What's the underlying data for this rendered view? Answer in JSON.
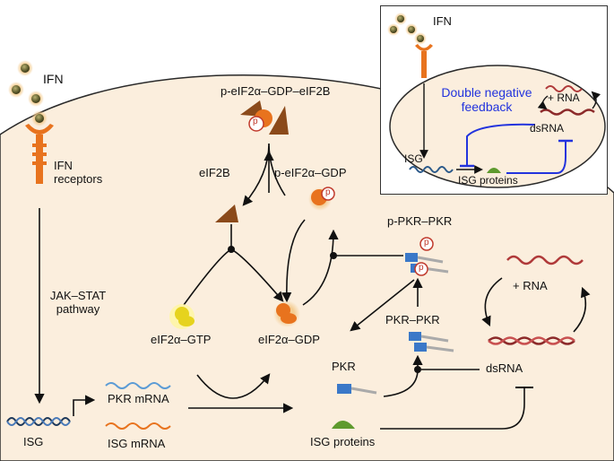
{
  "main": {
    "ifn": "IFN",
    "ifn_receptors": "IFN\nreceptors",
    "jak_stat": "JAK–STAT\npathway",
    "isg": "ISG",
    "pkr_mrna": "PKR mRNA",
    "isg_mrna": "ISG mRNA",
    "p_eif2a_gdp_eif2b": "p-eIF2α–GDP–eIF2B",
    "eif2b": "eIF2B",
    "p_eif2a_gdp": "p-eIF2α–GDP",
    "eif2a_gtp": "eIF2α–GTP",
    "eif2a_gdp": "eIF2α–GDP",
    "p_pkr_pkr": "p-PKR–PKR",
    "pkr_pkr": "PKR–PKR",
    "pkr": "PKR",
    "plus_rna": "+ RNA",
    "dsrna": "dsRNA",
    "isg_proteins": "ISG proteins",
    "phospho": "p"
  },
  "inset": {
    "ifn": "IFN",
    "title": "Double negative\nfeedback",
    "plus_rna": "+ RNA",
    "dsrna": "dsRNA",
    "isg": "ISG",
    "isg_proteins": "ISG proteins"
  },
  "colors": {
    "cell_fill": "#fbeedd",
    "receptor": "#e8731e",
    "ifn_ball": "#6b6b3a",
    "eif2b": "#8b4a1a",
    "rna_red": "#b03a3a",
    "pkr_blue": "#3a78c8",
    "isg_green": "#5e9a2e",
    "feedback_blue": "#2233dd"
  }
}
